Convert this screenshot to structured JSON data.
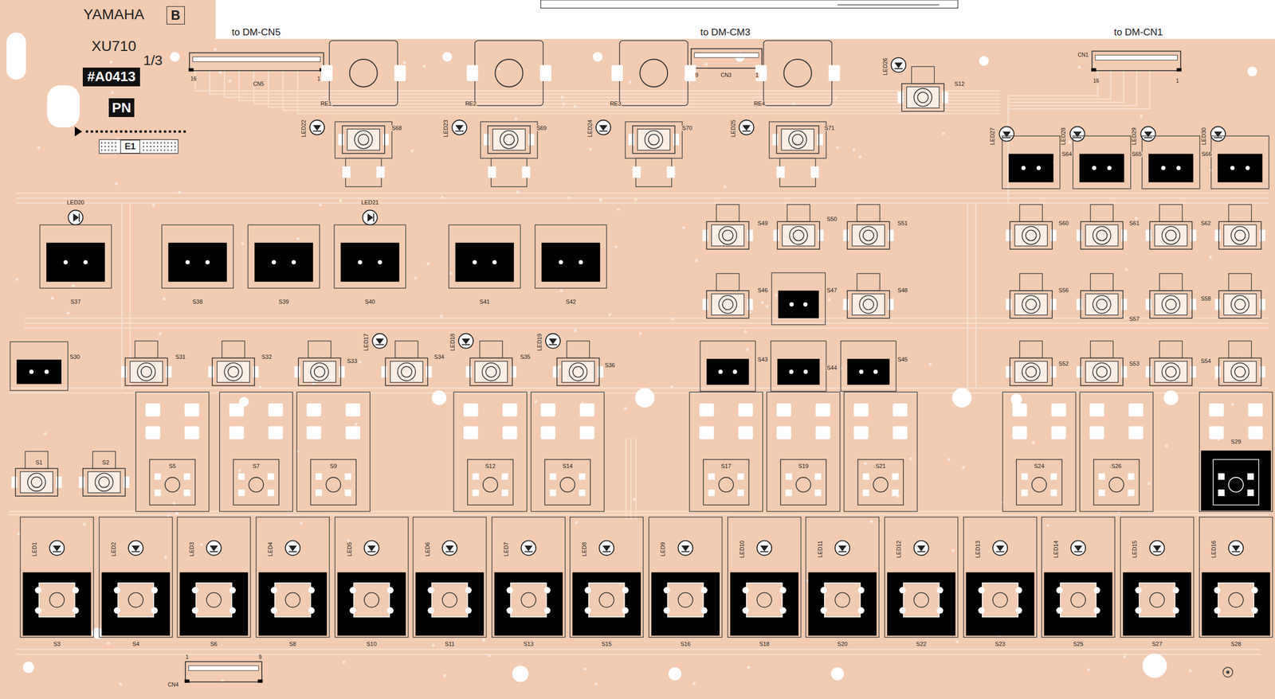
{
  "diagram": {
    "nodes": [
      {
        "text": [
          "B"
        ]
      },
      {
        "text": [
          "#A0413"
        ]
      },
      {
        "text": [
          "PN"
        ]
      },
      {
        "text": [
          "E1"
        ]
      }
    ],
    "labels": [
      "YAMAHA",
      "XU710",
      "1/3",
      "to DM-CN5",
      "to DM-CM3",
      "to DM-CN1",
      "16",
      "1",
      "CN5",
      "9",
      "1",
      "CN3",
      "CN1",
      "16",
      "1",
      "CN4",
      "1",
      "9",
      "RE1",
      "RE2",
      "RE3",
      "RE4",
      "LED22",
      "LED23",
      "LED24",
      "LED25",
      "S68",
      "S69",
      "S70",
      "S71",
      "LED26",
      "S12",
      "LED27",
      "LED28",
      "LED29",
      "LED30",
      "S64",
      "S65",
      "S66",
      "S60",
      "S61",
      "S62",
      "S56",
      "S57",
      "S58",
      "S52",
      "S53",
      "S54",
      "S49",
      "S50",
      "S51",
      "S46",
      "S47",
      "S48",
      "S43",
      "S44",
      "S45",
      "LED20",
      "LED21",
      "S37",
      "S38",
      "S39",
      "S40",
      "S41",
      "S42",
      "S30",
      "S31",
      "S32",
      "S33",
      "S34",
      "S35",
      "S36",
      "LED17",
      "LED18",
      "LED19",
      "S1",
      "S2",
      "S5",
      "S7",
      "S9",
      "S12",
      "S14",
      "S17",
      "S19",
      "S21",
      "S24",
      "S26",
      "S29",
      "LED1",
      "LED2",
      "LED3",
      "LED4",
      "LED5",
      "LED6",
      "LED7",
      "LED8",
      "LED9",
      "LED10",
      "LED11",
      "LED12",
      "LED13",
      "LED14",
      "LED15",
      "LED16",
      "S3",
      "S4",
      "S6",
      "S8",
      "S10",
      "S11",
      "S13",
      "S15",
      "S16",
      "S18",
      "S20",
      "S22",
      "S23",
      "S25",
      "S27",
      "S28"
    ]
  }
}
